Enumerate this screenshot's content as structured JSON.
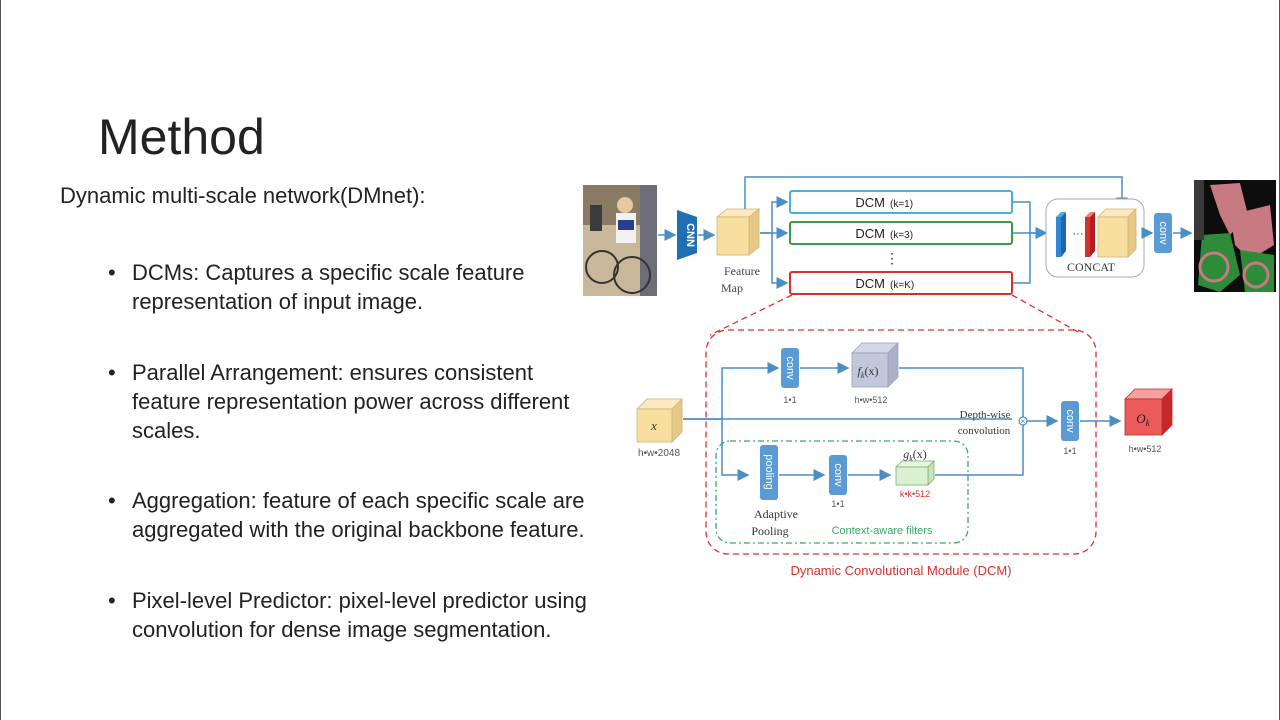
{
  "slide": {
    "title": "Method",
    "subtitle": "Dynamic multi-scale network(DMnet):",
    "bullets": [
      {
        "line1": "DCMs: Captures a specific scale feature",
        "line2": "representation of input image."
      },
      {
        "line1": "Parallel Arrangement: ensures consistent",
        "line2": "feature representation power across different",
        "line3": "scales."
      },
      {
        "line1": "Aggregation: feature of each specific scale are",
        "line2": "aggregated with the original backbone feature."
      },
      {
        "line1": "Pixel-level Predictor: pixel-level predictor using",
        "line2": "convolution for dense image segmentation."
      }
    ]
  },
  "diagram": {
    "cnn_label": "CNN",
    "feature_map_line1": "Feature",
    "feature_map_line2": "Map",
    "dcm_blocks": [
      {
        "name": "DCM",
        "param": "(k=1)",
        "color": "#4bb0d8"
      },
      {
        "name": "DCM",
        "param": "(k=3)",
        "color": "#3a9a4a"
      },
      {
        "name": "DCM",
        "param": "(k=K)",
        "color": "#d9302c"
      }
    ],
    "vdots": "⋮",
    "concat_label": "CONCAT",
    "concat_dots": "···",
    "conv_label": "conv",
    "module": {
      "x_label": "x",
      "x_dims": "h•w•2048",
      "conv_top_label": "conv",
      "conv_top_dims": "1•1",
      "fk_label": "f",
      "fk_sub": "k",
      "fk_arg": "(x)",
      "fk_dims": "h•w•512",
      "pooling_label": "pooling",
      "adaptive_line1": "Adaptive",
      "adaptive_line2": "Pooling",
      "conv_mid_label": "conv",
      "conv_mid_dims": "1•1",
      "gk_label": "g",
      "gk_sub": "k",
      "gk_arg": "(x)",
      "gk_dims": "k•k•512",
      "context_label": "Context-aware filters",
      "depthwise_line1": "Depth-wise",
      "depthwise_line2": "convolution",
      "conv_out_label": "conv",
      "conv_out_dims": "1•1",
      "ok_label": "O",
      "ok_sub": "k",
      "ok_dims": "h•w•512",
      "caption": "Dynamic Convolutional Module (DCM)"
    },
    "colors": {
      "arrow": "#4a8ec4",
      "cube_yellow": "#f8df9f",
      "conv_blue": "#5b9bd5",
      "red": "#d9302c",
      "green": "#3aa86a"
    }
  }
}
